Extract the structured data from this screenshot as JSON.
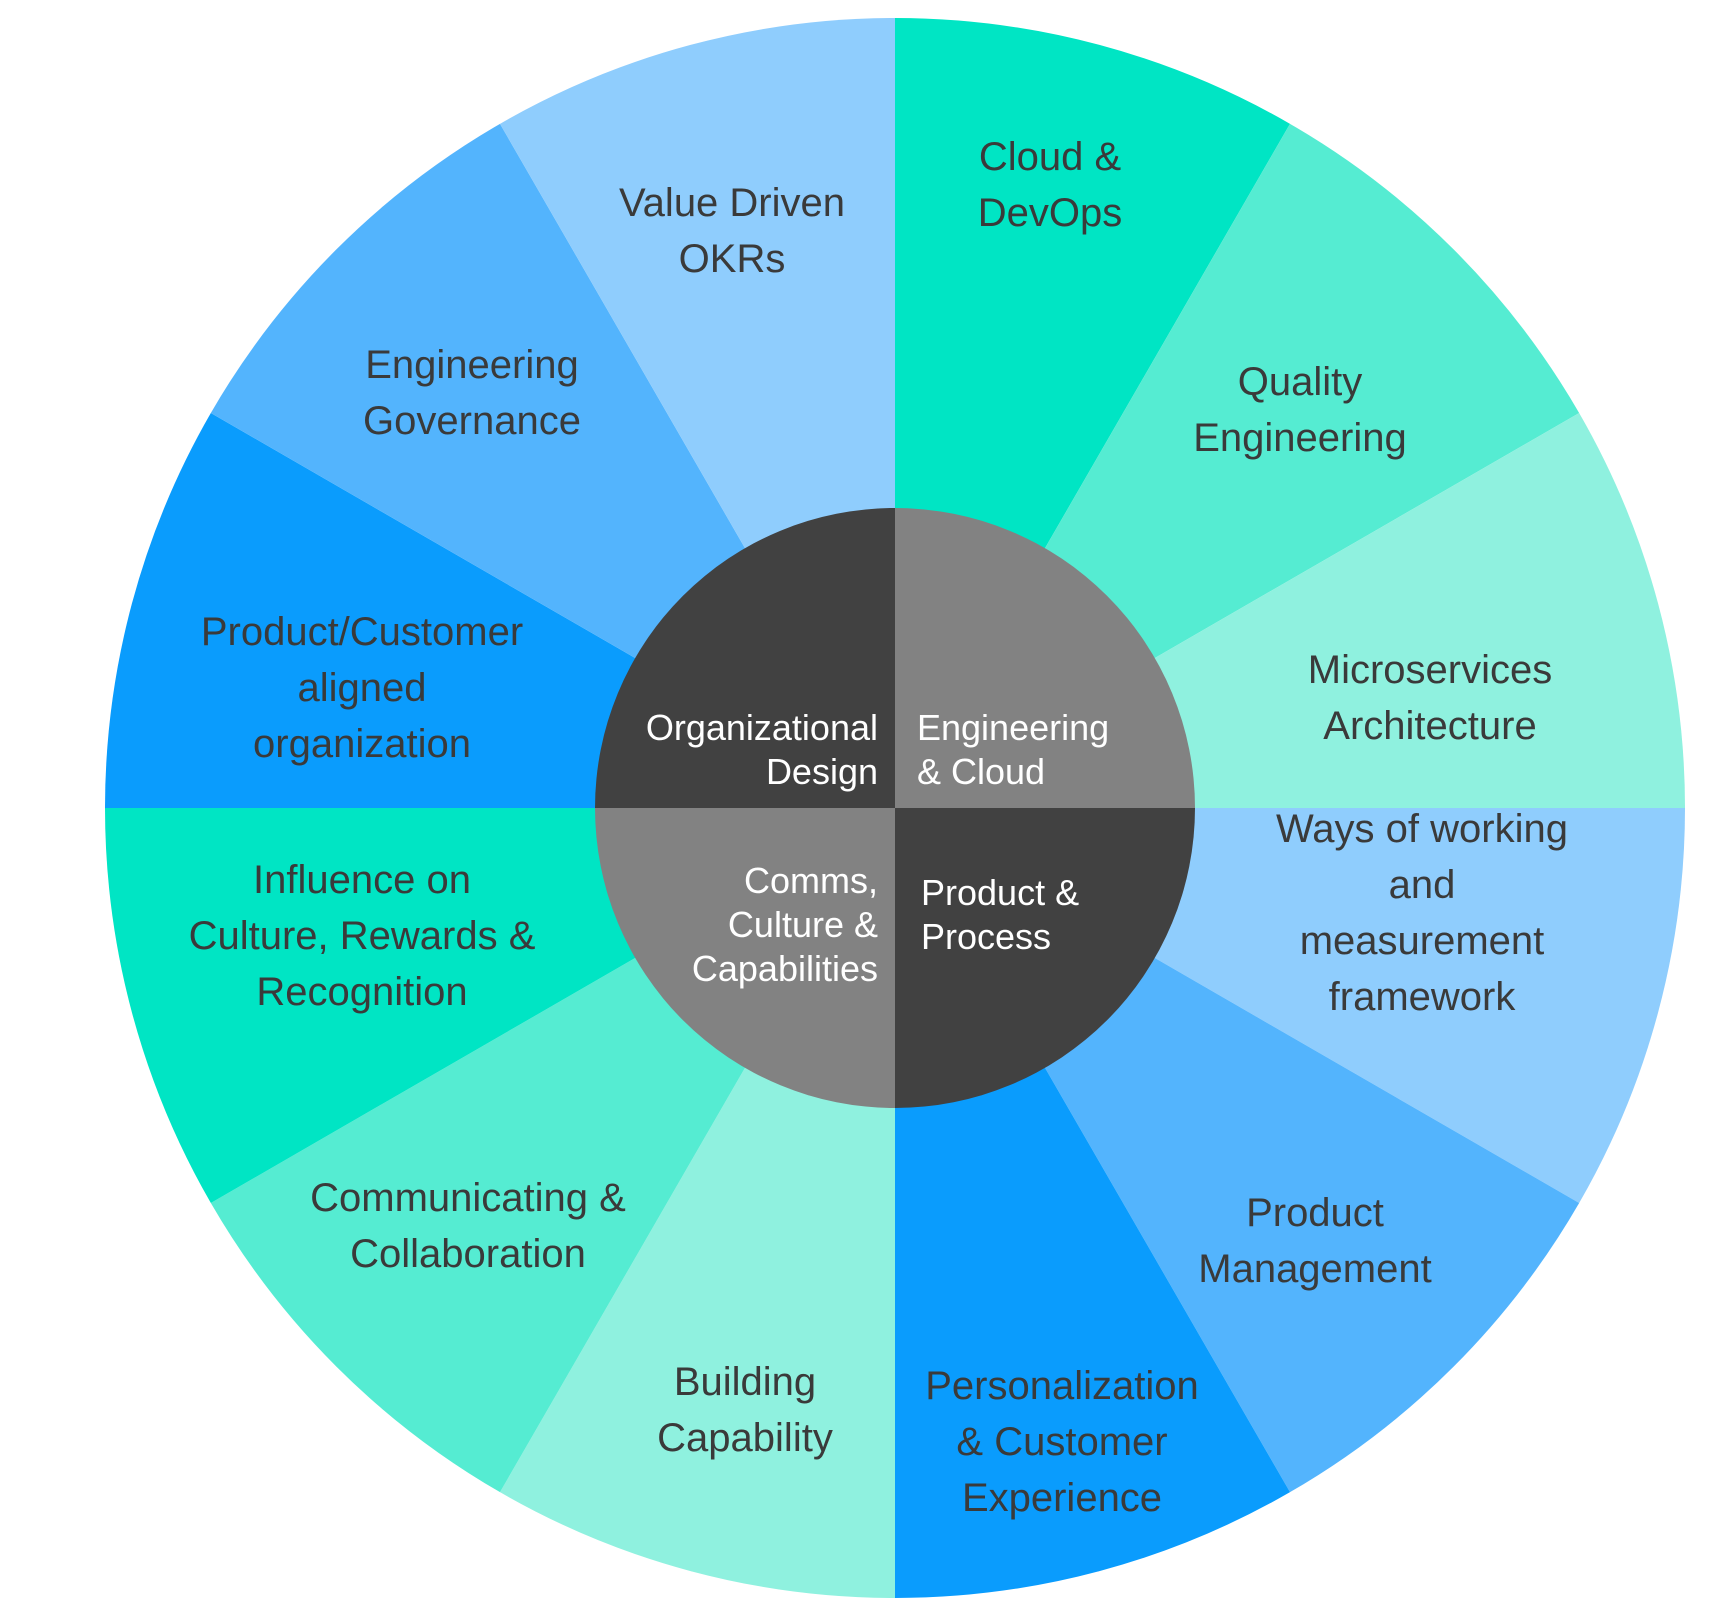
{
  "colors": {
    "background": "#ffffff",
    "core_dark": "#414141",
    "core_light": "#828282",
    "segment_text": "#3a3a3a",
    "core_text": "#ffffff",
    "aqua_deep": "#00e5c4",
    "aqua_mid": "#55ecd2",
    "aqua_light": "#8ff1df",
    "blue_light": "#8fcdfd",
    "blue_mid": "#53b4fd",
    "blue_deep": "#0a9cfd"
  },
  "core": {
    "quadrants": [
      {
        "id": "organizational-design",
        "lines": [
          "Organizational",
          "Design"
        ],
        "color": "#414141"
      },
      {
        "id": "engineering-cloud",
        "lines": [
          "Engineering",
          "& Cloud"
        ],
        "color": "#828282"
      },
      {
        "id": "product-process",
        "lines": [
          "Product &",
          "Process"
        ],
        "color": "#414141"
      },
      {
        "id": "comms-culture-capabilities",
        "lines": [
          "Comms,",
          "Culture &",
          "Capabilities"
        ],
        "color": "#828282"
      }
    ]
  },
  "segments": [
    {
      "id": "cloud-devops",
      "lines": [
        "Cloud &",
        "DevOps"
      ],
      "color": "#00e5c4"
    },
    {
      "id": "quality-engineering",
      "lines": [
        "Quality",
        "Engineering"
      ],
      "color": "#55ecd2"
    },
    {
      "id": "microservices-architecture",
      "lines": [
        "Microservices",
        "Architecture"
      ],
      "color": "#8ff1df"
    },
    {
      "id": "ways-of-working",
      "lines": [
        "Ways of working",
        "and",
        "measurement",
        "framework"
      ],
      "color": "#8fcdfd"
    },
    {
      "id": "product-management",
      "lines": [
        "Product",
        "Management"
      ],
      "color": "#53b4fd"
    },
    {
      "id": "personalization-customer-experience",
      "lines": [
        "Personalization",
        "& Customer",
        "Experience"
      ],
      "color": "#0a9cfd"
    },
    {
      "id": "building-capability",
      "lines": [
        "Building",
        "Capability"
      ],
      "color": "#8ff1df"
    },
    {
      "id": "communicating-collaboration",
      "lines": [
        "Communicating &",
        "Collaboration"
      ],
      "color": "#55ecd2"
    },
    {
      "id": "influence-on-culture",
      "lines": [
        "Influence on",
        "Culture, Rewards &",
        "Recognition"
      ],
      "color": "#00e5c4"
    },
    {
      "id": "product-customer-aligned",
      "lines": [
        "Product/Customer",
        "aligned",
        "organization"
      ],
      "color": "#0a9cfd"
    },
    {
      "id": "engineering-governance",
      "lines": [
        "Engineering",
        "Governance"
      ],
      "color": "#53b4fd"
    },
    {
      "id": "value-driven-okrs",
      "lines": [
        "Value Driven",
        "OKRs"
      ],
      "color": "#8fcdfd"
    }
  ]
}
